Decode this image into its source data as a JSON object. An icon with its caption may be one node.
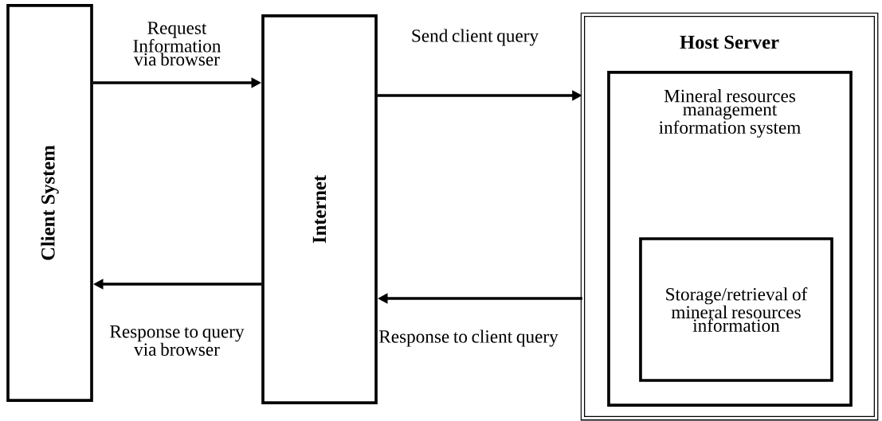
{
  "diagram": {
    "nodes": [
      {
        "text": [
          "Client System"
        ]
      },
      {
        "text": [
          "Internet"
        ]
      },
      {
        "text": [
          "Host Server"
        ]
      },
      {
        "text": [
          "Mineral resources management information system"
        ],
        "in": 2
      },
      {
        "text": [
          "Storage/retrieval of mineral resources information"
        ],
        "in": 3
      }
    ],
    "edges": [
      {
        "from": 0,
        "to": 1,
        "arrow": "to",
        "label": "Request Information via browser"
      },
      {
        "from": 1,
        "to": 2,
        "arrow": "to",
        "label": "Send client query"
      },
      {
        "from": 2,
        "to": 1,
        "arrow": "to",
        "label": "Response to client query"
      },
      {
        "from": 1,
        "to": 0,
        "arrow": "to",
        "label": "Response to query via browser"
      }
    ]
  }
}
